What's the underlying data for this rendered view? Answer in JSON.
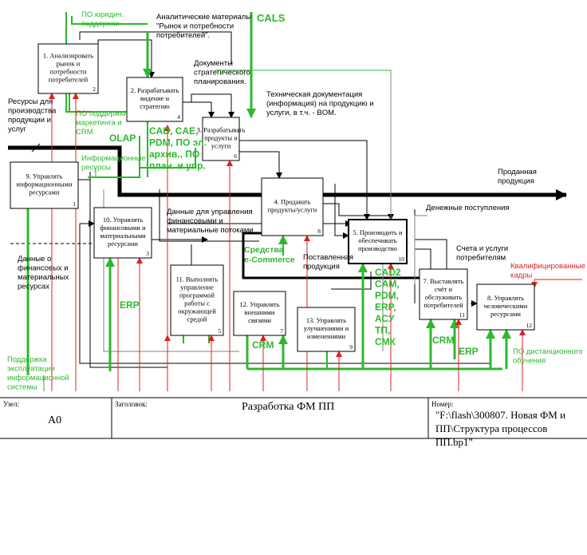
{
  "colors": {
    "black": "#000000",
    "green": "#2db82d",
    "red": "#e02020",
    "gray": "#808080"
  },
  "boxes": [
    {
      "id": "b1",
      "lines": [
        "1. Анализировать",
        "рынок и",
        "потребности",
        "потребителей"
      ],
      "num": "2"
    },
    {
      "id": "b2",
      "lines": [
        "2. Разрабатывать",
        "видение и",
        "стратегию"
      ],
      "num": "4"
    },
    {
      "id": "b3",
      "lines": [
        "3. Разрабатывать",
        "продукты и",
        "услуги"
      ],
      "num": "6"
    },
    {
      "id": "b4",
      "lines": [
        "4. Продавать",
        "продукты/услуги"
      ],
      "num": "8"
    },
    {
      "id": "b5",
      "lines": [
        "5. Производить и",
        "обеспечивать",
        "производство"
      ],
      "num": "10"
    },
    {
      "id": "b7",
      "lines": [
        "7. Выставлять",
        "счёт и",
        "обслуживать",
        "потребителей"
      ],
      "num": "11"
    },
    {
      "id": "b8",
      "lines": [
        "8. Управлять",
        "человеческими",
        "ресурсами"
      ],
      "num": "12"
    },
    {
      "id": "b9",
      "lines": [
        "9. Управлять",
        "информационными",
        "ресурсами"
      ],
      "num": "1"
    },
    {
      "id": "b10",
      "lines": [
        "10. Управлять",
        "финансовыми и",
        "материальными",
        "ресурсами"
      ],
      "num": "3"
    },
    {
      "id": "b11",
      "lines": [
        "11. Выполнять",
        "управление",
        "программой",
        "работы с",
        "окружающей",
        "средой"
      ],
      "num": "5"
    },
    {
      "id": "b12",
      "lines": [
        "12. Управлять",
        "внешними",
        "связями"
      ],
      "num": "7"
    },
    {
      "id": "b13",
      "lines": [
        "13. Управлять",
        "улучшениями и",
        "изменениями"
      ],
      "num": "9"
    }
  ],
  "labels": {
    "analytic": [
      "Аналитические материалы",
      "\"Рынок и потребности",
      "потребителей\"."
    ],
    "docs_strategy": [
      "Документы",
      "стратегического",
      "планирования."
    ],
    "tech_docs": [
      "Техническая документация",
      "(информация) на продукцию и",
      "услуги, в т.ч. - BOM."
    ],
    "resources": [
      "Ресурсы для",
      "производства",
      "продукции и",
      "услуг"
    ],
    "sold": [
      "Проданная",
      "продукция"
    ],
    "money": [
      "Денежные поступления"
    ],
    "fin_data_mgmt": [
      "Данные для управления",
      "финансовыми и",
      "материальные потоками"
    ],
    "delivered": [
      "Поставленная",
      "продукция"
    ],
    "invoices": [
      "Счета и услуги",
      "потребителям"
    ],
    "fin_data_left": [
      "Данные о",
      "финансовых и",
      "материальных",
      "ресурсах"
    ]
  },
  "green_labels": {
    "legal": [
      "ПО юридич.",
      "поддержки"
    ],
    "cals": [
      "CALS"
    ],
    "crm_support": [
      "ПО поддержки",
      "маркетинга и",
      "CRM"
    ],
    "cad": [
      "CAD, CAE,",
      "PDM, ПО эл.",
      "архив., ПО",
      "план. и упр."
    ],
    "olap": [
      "OLAP"
    ],
    "info_res": [
      "Информационные",
      "ресурсы"
    ],
    "ecommerce": [
      "Средства",
      "e-Commerce"
    ],
    "cad2": [
      "CAD2",
      "CAM,",
      "PDM,",
      "ERP,",
      "АСУ",
      "ТП,",
      "СМК"
    ],
    "erp_left": [
      "ERP"
    ],
    "crm_mid": [
      "CRM"
    ],
    "crm_right": [
      "CRM"
    ],
    "erp_right": [
      "ERP"
    ],
    "support_info": [
      "Поддержка",
      "эксплуатации",
      "информационной",
      "системы"
    ],
    "dist_learning": [
      "ПО дистанционного",
      "обучения"
    ]
  },
  "red_labels": {
    "qualified": [
      "Квалифицированные",
      "кадры"
    ]
  },
  "footer": {
    "node_label": "Узел:",
    "node_value": "A0",
    "title_label": "Заголовок:",
    "title_value": "Разработка ФМ ПП",
    "number_label": "Номер:",
    "number_lines": [
      "\"F:\\flash\\300807. Новая ФМ и",
      "ПП\\Структура процессов",
      "ПП.bp1\""
    ]
  }
}
